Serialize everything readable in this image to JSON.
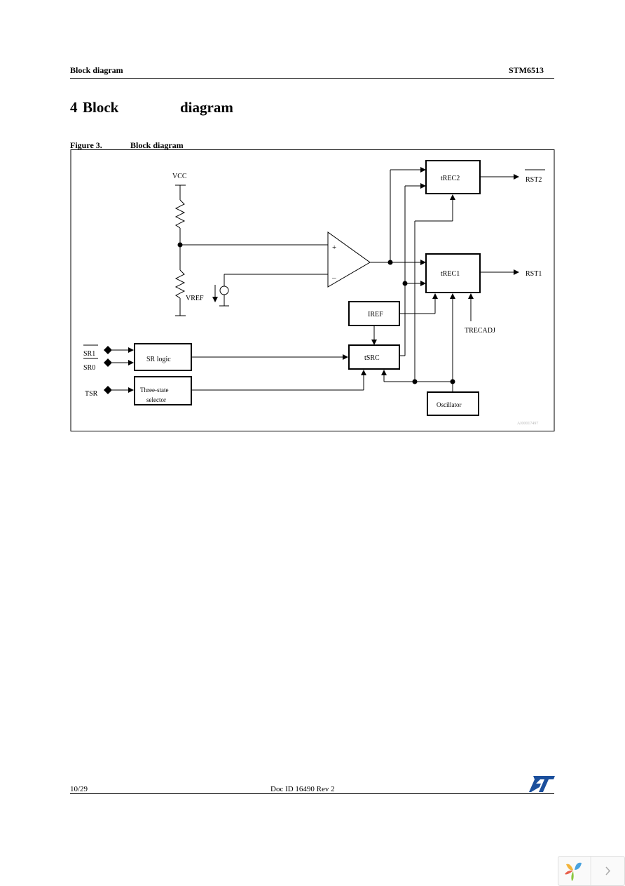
{
  "header": {
    "left": "Block diagram",
    "right": "STM6513"
  },
  "section": {
    "number": "4",
    "title_part1": "Block",
    "title_part2": "diagram"
  },
  "figure": {
    "number": "Figure 3.",
    "title": "Block diagram",
    "labels": {
      "vcc": "VCC",
      "vref": "VREF",
      "plus": "+",
      "minus": "–",
      "trec2": "tREC2",
      "trec1": "tREC1",
      "rst2": "RST2",
      "rst1": "RST1",
      "iref": "IREF",
      "tsrc": "tSRC",
      "trecadj": "TRECADJ",
      "sr1": "SR1",
      "sr0": "SR0",
      "tsr": "TSR",
      "sr_logic": "SR logic",
      "three_state_line1": "Three-state",
      "three_state_line2": "selector",
      "oscillator": "Oscillator",
      "code": "AI00017497"
    }
  },
  "footer": {
    "page": "10/29",
    "doc_id": "Doc ID 16490 Rev 2"
  },
  "colors": {
    "logo": "#1b4f9c",
    "rule": "#000000"
  }
}
